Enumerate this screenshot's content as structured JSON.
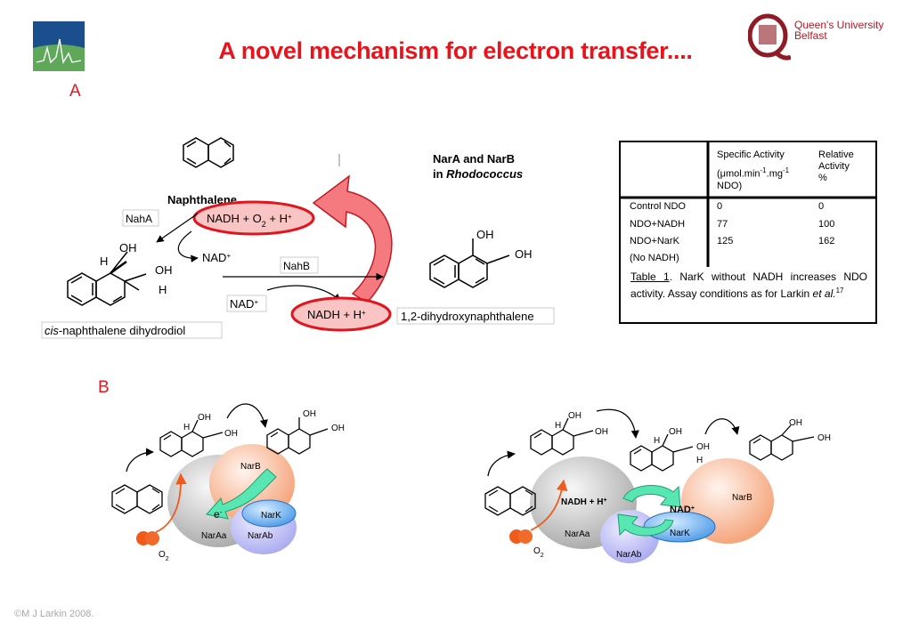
{
  "title": "A novel mechanism for electron transfer....",
  "panels": {
    "a": "A",
    "b": "B"
  },
  "logo": {
    "line1": "Queen's University",
    "line2": "Belfast",
    "colors": {
      "crest": "#8e1b25",
      "text": "#b11a24"
    }
  },
  "copyright": "©M J Larkin 2008.",
  "panel_a": {
    "naphthalene": "Naphthalene",
    "naha": "NahA",
    "nahb": "NahB",
    "nadh_o2": {
      "base": "NADH + O",
      "sub": "2",
      "rest": " + H",
      "sup": "+"
    },
    "nad_top": {
      "base": "NAD",
      "sup": "+"
    },
    "nad_bottom": {
      "base": "NAD",
      "sup": "+"
    },
    "nadh_h": {
      "base": "NADH + H",
      "sup": "+"
    },
    "dihydrodiol": {
      "italic": "cis",
      "rest": "-naphthalene dihydrodiol"
    },
    "dihydroxy": "1,2-dihydroxynaphthalene",
    "oh": "OH",
    "h": "H",
    "nar_title": {
      "line1": "NarA and NarB",
      "line2_prefix": "in ",
      "line2_italic": "Rhodococcus"
    },
    "highlight_color": "#e0151e"
  },
  "table": {
    "headers": {
      "specific": "Specific Activity",
      "units": {
        "base1": "(μmol.min",
        "sup1": "-1",
        "base2": ".mg",
        "sup2": "-1",
        "end": "NDO)"
      },
      "relative": [
        "Relative",
        "Activity",
        "%"
      ]
    },
    "rows": [
      {
        "condition": "Control NDO",
        "specific": "0",
        "relative": "0"
      },
      {
        "condition": "NDO+NADH",
        "specific": "77",
        "relative": "100"
      },
      {
        "condition": "NDO+NarK",
        "specific": "125",
        "relative": "162"
      },
      {
        "condition": "(No NADH)",
        "specific": "",
        "relative": ""
      }
    ],
    "caption": {
      "label": "Table 1",
      "text": ". NarK without NADH increases NDO activity. Assay conditions as for Larkin ",
      "italic": "et al.",
      "sup": "17"
    }
  },
  "panel_b": {
    "left": {
      "narb": "NarB",
      "nark": "NarK",
      "naraa": "NarAa",
      "narab": "NarAb",
      "electron": {
        "base": "e",
        "sup": "-"
      },
      "o2": {
        "base": "O",
        "sub": "2"
      }
    },
    "right": {
      "narb": "NarB",
      "nark": "NarK",
      "naraa": "NarAa",
      "narab": "NarAb",
      "nadh": {
        "base": "NADH + H",
        "sup": "+"
      },
      "nad": {
        "base": "NAD",
        "sup": "+"
      },
      "o2": {
        "base": "O",
        "sub": "2"
      }
    },
    "colors": {
      "narb": "#f4a074",
      "nark": "#5aa8f0",
      "naraa": "#b5b5b5",
      "narab": "#b4b4f4",
      "arrow": "#4de6b0",
      "o2": "#f05a1a"
    }
  }
}
